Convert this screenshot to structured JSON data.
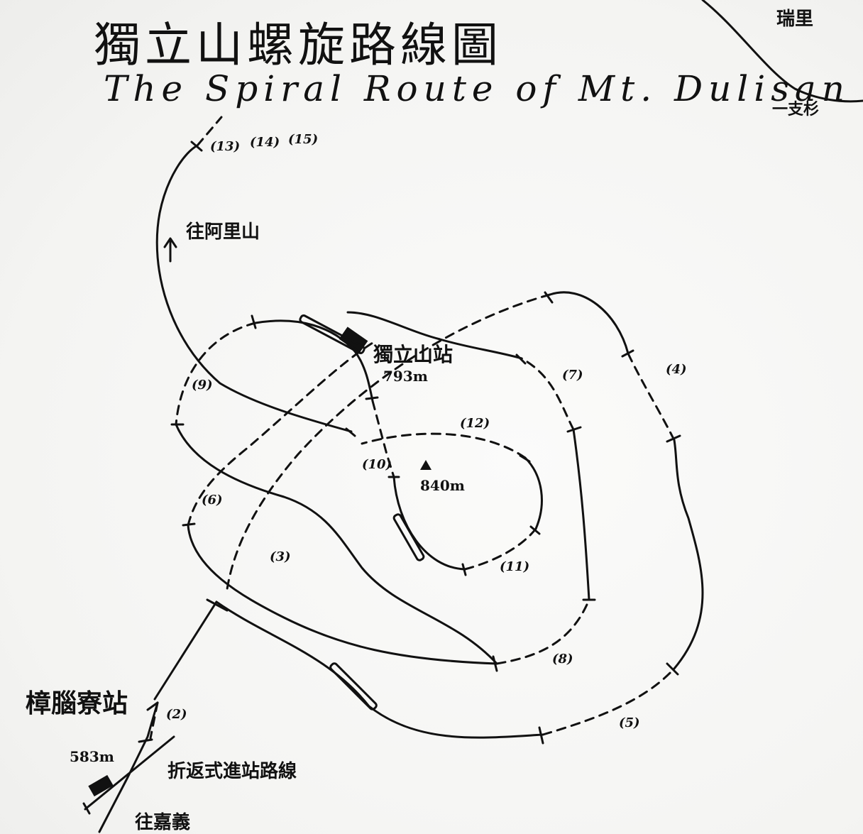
{
  "title": {
    "chinese": "獨立山螺旋路線圖",
    "english": "The Spiral Route of Mt. Dulisan"
  },
  "stations": {
    "dulishan": {
      "name": "獨立山站",
      "altitude": "793m"
    },
    "zhangnaoliao": {
      "name": "樟腦寮站",
      "altitude": "583m"
    }
  },
  "summit": {
    "altitude": "840m"
  },
  "places": {
    "ruili": "瑞里",
    "yizhan": "一支杉"
  },
  "directions": {
    "to_alishan": "往阿里山",
    "to_chiayi": "往嘉義"
  },
  "notes": {
    "switchback": "折返式進站路線"
  },
  "section_numbers": [
    "(2)",
    "(3)",
    "(4)",
    "(5)",
    "(6)",
    "(7)",
    "(8)",
    "(9)",
    "(10)",
    "(11)",
    "(12)",
    "(13)",
    "(14)",
    "(15)"
  ]
}
